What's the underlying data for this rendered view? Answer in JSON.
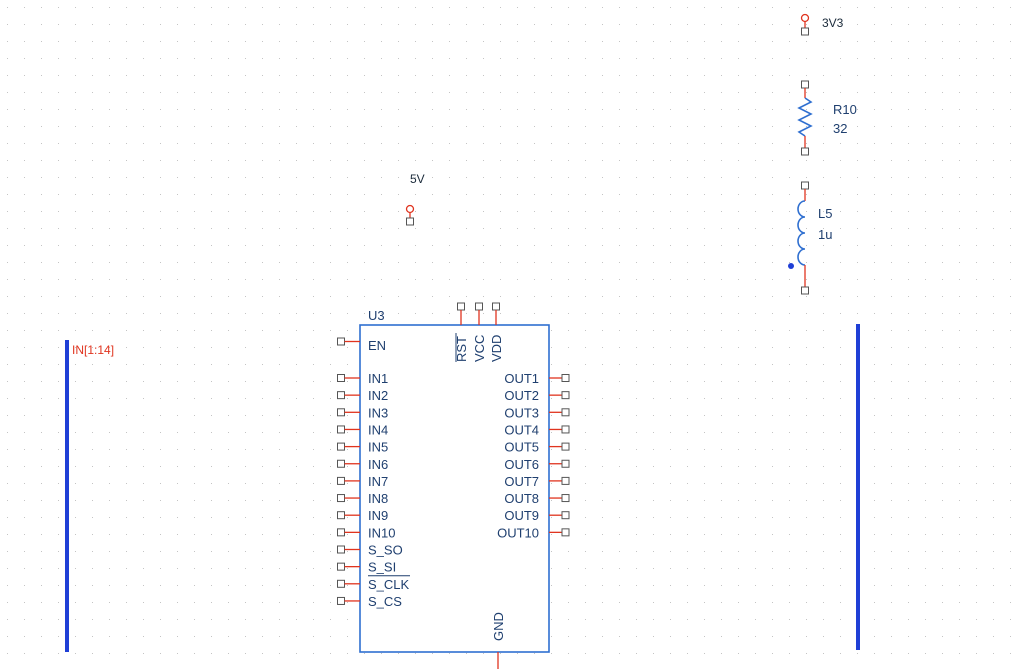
{
  "colors": {
    "wire": "#e0341f",
    "body": "#2f6fd0",
    "bus": "#1f3fd6",
    "text": "#1f3f6f",
    "grid": "#c4c4c4",
    "pin_box": "#555555"
  },
  "power_3v3": {
    "label": "3V3"
  },
  "power_5v": {
    "label": "5V"
  },
  "resistor": {
    "ref": "R10",
    "value": "32"
  },
  "inductor": {
    "ref": "L5",
    "value": "1u"
  },
  "ic": {
    "ref": "U3",
    "en": "EN",
    "top_pins": [
      "RST",
      "VCC",
      "VDD"
    ],
    "inputs": [
      "IN1",
      "IN2",
      "IN3",
      "IN4",
      "IN5",
      "IN6",
      "IN7",
      "IN8",
      "IN9",
      "IN10",
      "S_SO",
      "S_SI",
      "S_CLK",
      "S_CS"
    ],
    "outputs": [
      "OUT1",
      "OUT2",
      "OUT3",
      "OUT4",
      "OUT5",
      "OUT6",
      "OUT7",
      "OUT8",
      "OUT9",
      "OUT10"
    ],
    "gnd": "GND"
  },
  "bus": {
    "label": "IN[1:14]"
  }
}
